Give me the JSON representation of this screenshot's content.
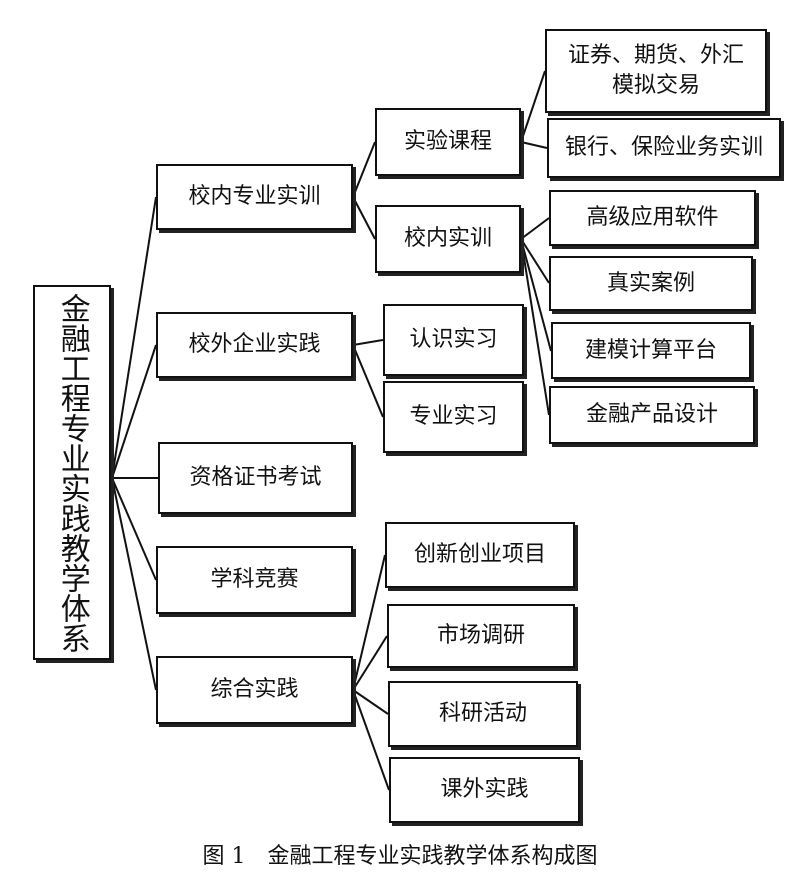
{
  "diagram": {
    "root": {
      "label": "金融工程专业实践教学体系"
    },
    "level1": [
      {
        "label": "校内专业实训"
      },
      {
        "label": "校外企业实践"
      },
      {
        "label": "资格证书考试"
      },
      {
        "label": "学科竞赛"
      },
      {
        "label": "综合实践"
      }
    ],
    "level2": [
      {
        "label": "实验课程"
      },
      {
        "label": "校内实训"
      },
      {
        "label": "认识实习"
      },
      {
        "label": "专业实习"
      },
      {
        "label": "创新创业项目"
      },
      {
        "label": "市场调研"
      },
      {
        "label": "科研活动"
      },
      {
        "label": "课外实践"
      }
    ],
    "level3": [
      {
        "label": "证券、期货、外汇\n模拟交易"
      },
      {
        "label": "银行、保险业务实训"
      },
      {
        "label": "高级应用软件"
      },
      {
        "label": "真实案例"
      },
      {
        "label": "建模计算平台"
      },
      {
        "label": "金融产品设计"
      }
    ]
  },
  "caption": "图 1　金融工程专业实践教学体系构成图"
}
